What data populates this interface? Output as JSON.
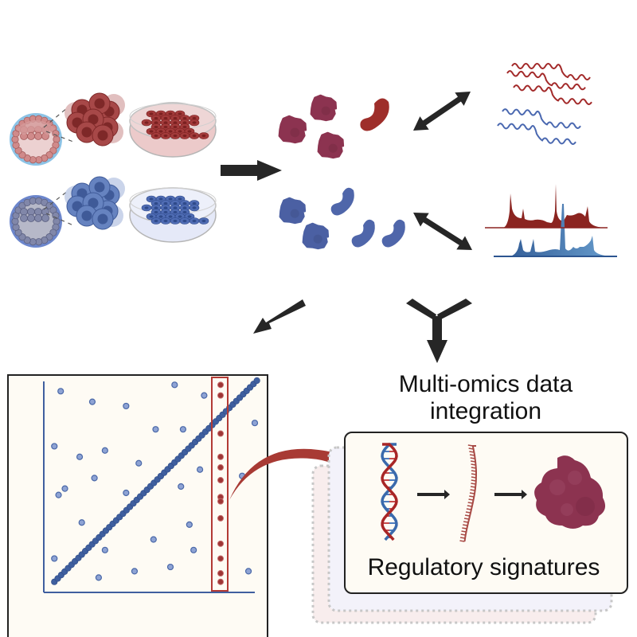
{
  "labels": {
    "integration": "Multi-omics data integration",
    "integration_line1": "Multi-omics data",
    "integration_line2": "integration",
    "signatures": "Regulatory signatures"
  },
  "colors": {
    "red": "#9e3535",
    "red_protein": "#8c3350",
    "blue": "#4a68a8",
    "blue_light": "#8ea3d4",
    "arrow": "#262626",
    "plot_bg": "#fefbf4",
    "highlight": "#b23a35"
  },
  "top_row": {
    "groups": [
      {
        "name": "red-group",
        "color": "red",
        "items": [
          "blastocyst",
          "cell-cluster",
          "petri-dish"
        ]
      },
      {
        "name": "blue-group",
        "color": "blue",
        "items": [
          "blastocyst",
          "cell-cluster",
          "petri-dish"
        ]
      }
    ],
    "molecules": [
      "proteins-red",
      "proteins-blue"
    ],
    "omics": [
      "transcript-waves",
      "spectra-peaks"
    ]
  },
  "chart_data": {
    "type": "scatter",
    "title": "",
    "xlabel": "",
    "ylabel": "",
    "xlim": [
      0,
      100
    ],
    "ylim": [
      0,
      100
    ],
    "grid": false,
    "series": [
      {
        "name": "diagonal",
        "color": "#3f5f9f",
        "points": "linear from (5,5) to (101,100), 60 points"
      },
      {
        "name": "scattered",
        "color": "#8ea3d4",
        "x": [
          8,
          23,
          39,
          62,
          76,
          100,
          5,
          17,
          29,
          53,
          66,
          45,
          74,
          94,
          24,
          7,
          10,
          39,
          65,
          18,
          69,
          52,
          29,
          71,
          5,
          26,
          43,
          60,
          97
        ],
        "y": [
          95,
          90,
          88,
          98,
          93,
          80,
          69,
          64,
          67,
          77,
          77,
          61,
          58,
          55,
          54,
          46,
          49,
          47,
          50,
          33,
          32,
          25,
          20,
          20,
          16,
          7,
          10,
          12,
          10
        ]
      },
      {
        "name": "highlighted",
        "color": "#9e3535",
        "x": [
          84,
          84,
          84,
          84,
          84,
          84,
          84,
          84,
          84,
          84,
          84,
          84,
          84
        ],
        "y": [
          98,
          93,
          75,
          64,
          59,
          53,
          45,
          43,
          35,
          23,
          16,
          9,
          5
        ]
      }
    ],
    "annotations": [
      "highlight box around x=84 column"
    ]
  },
  "pathway": [
    "dna-icon",
    "arrow",
    "rna-icon",
    "arrow",
    "protein-icon"
  ]
}
